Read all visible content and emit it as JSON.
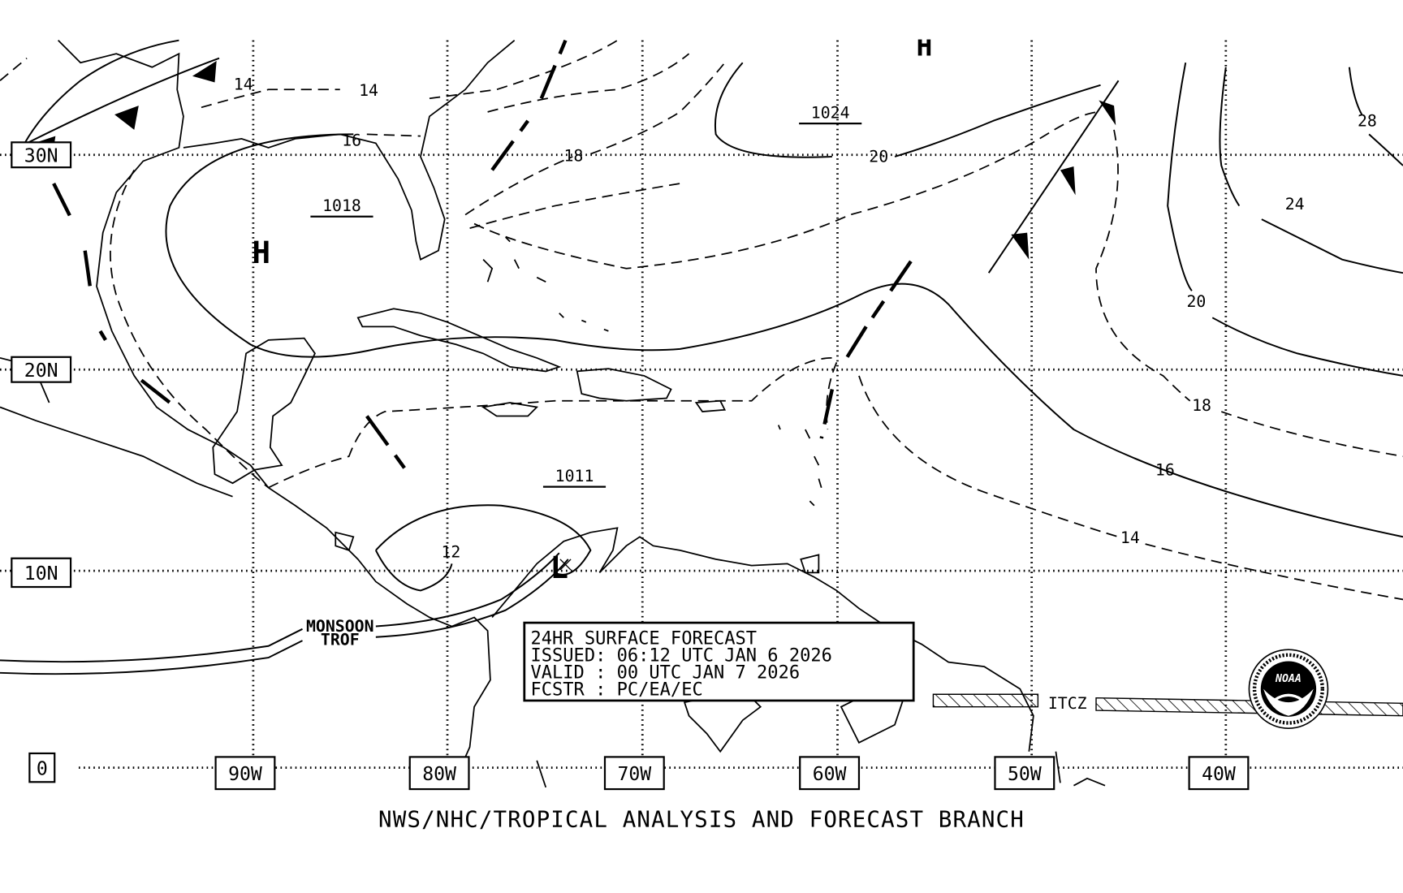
{
  "map": {
    "latitude_labels": [
      "30N",
      "20N",
      "10N",
      "0"
    ],
    "longitude_labels": [
      "90W",
      "80W",
      "70W",
      "60W",
      "50W",
      "40W"
    ],
    "pressure_centers": [
      {
        "type": "H",
        "value": "1024"
      },
      {
        "type": "H",
        "value": "1018"
      },
      {
        "type": "L",
        "value": "1011"
      }
    ],
    "partial_high_label": "H",
    "isobar_labels": [
      "14",
      "14",
      "16",
      "18",
      "20",
      "28",
      "24",
      "20",
      "18",
      "16",
      "14",
      "12"
    ],
    "features": {
      "monsoon_trough": "MONSOON\nTROF",
      "monsoon_line1": "MONSOON",
      "monsoon_line2": "TROF",
      "itcz": "ITCZ"
    },
    "colors": {
      "ink": "#000000",
      "background": "#ffffff"
    }
  },
  "forecast_box": {
    "title": "24HR SURFACE FORECAST",
    "issued": "ISSUED: 06:12 UTC JAN 6 2026",
    "valid": "VALID : 00 UTC JAN 7 2026",
    "forecaster": "FCSTR : PC/EA/EC"
  },
  "logo": {
    "text": "NOAA",
    "ring_text": "NATIONAL OCEANIC AND ATMOSPHERIC ADMINISTRATION · U.S. DEPARTMENT OF COMMERCE"
  },
  "footer": "NWS/NHC/TROPICAL ANALYSIS AND FORECAST BRANCH"
}
